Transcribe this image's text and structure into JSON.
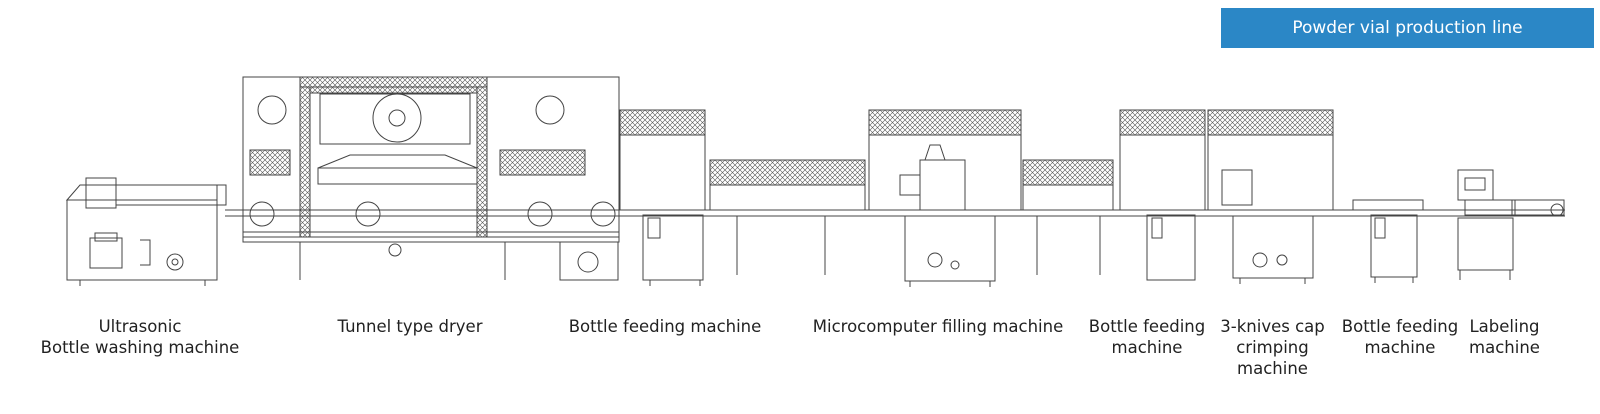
{
  "header": {
    "title": "Powder vial production line",
    "accent_color": "#2b87c6"
  },
  "machines": [
    {
      "id": "washer",
      "label": "Ultrasonic\nBottle washing machine",
      "icon": "ultrasonic-washer-drawing"
    },
    {
      "id": "dryer",
      "label": "Tunnel type dryer",
      "icon": "tunnel-dryer-drawing"
    },
    {
      "id": "feeder1",
      "label": "Bottle feeding machine",
      "icon": "bottle-feeder-drawing"
    },
    {
      "id": "filler",
      "label": "Microcomputer filling machine",
      "icon": "filling-machine-drawing"
    },
    {
      "id": "feeder2",
      "label": "Bottle feeding\nmachine",
      "icon": "bottle-feeder-drawing"
    },
    {
      "id": "crimper",
      "label": "3-knives cap\ncrimping machine",
      "icon": "cap-crimper-drawing"
    },
    {
      "id": "feeder3",
      "label": "Bottle feeding\nmachine",
      "icon": "bottle-feeder-drawing"
    },
    {
      "id": "labeler",
      "label": "Labeling\nmachine",
      "icon": "labeling-machine-drawing"
    }
  ]
}
